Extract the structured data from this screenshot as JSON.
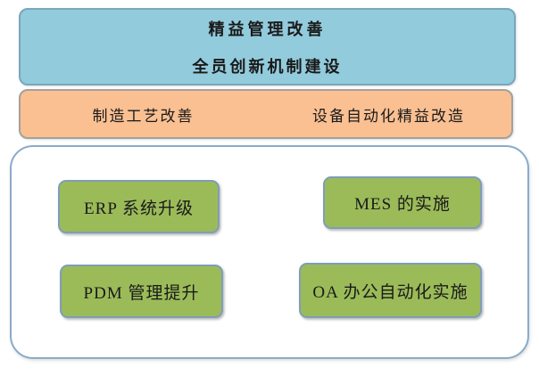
{
  "top_box": {
    "line1": "精益管理改善",
    "line2": "全员创新机制建设"
  },
  "middle_box": {
    "left_label": "制造工艺改善",
    "right_label": "设备自动化精益改造"
  },
  "container": {
    "boxes": [
      {
        "label": "ERP 系统升级"
      },
      {
        "label": "MES 的实施"
      },
      {
        "label": "PDM 管理提升"
      },
      {
        "label": "OA 办公自动化实施"
      }
    ]
  },
  "palette": {
    "top_box_fill": "#92CBDC",
    "top_box_border": "#7AA6BD",
    "middle_box_fill": "#FAC092",
    "middle_box_border": "#A3A19D",
    "container_border": "#8AABCA",
    "green_box_fill": "#9BBB59",
    "green_box_border": "#7F9DB9",
    "text_color": "#1A1A1A"
  }
}
